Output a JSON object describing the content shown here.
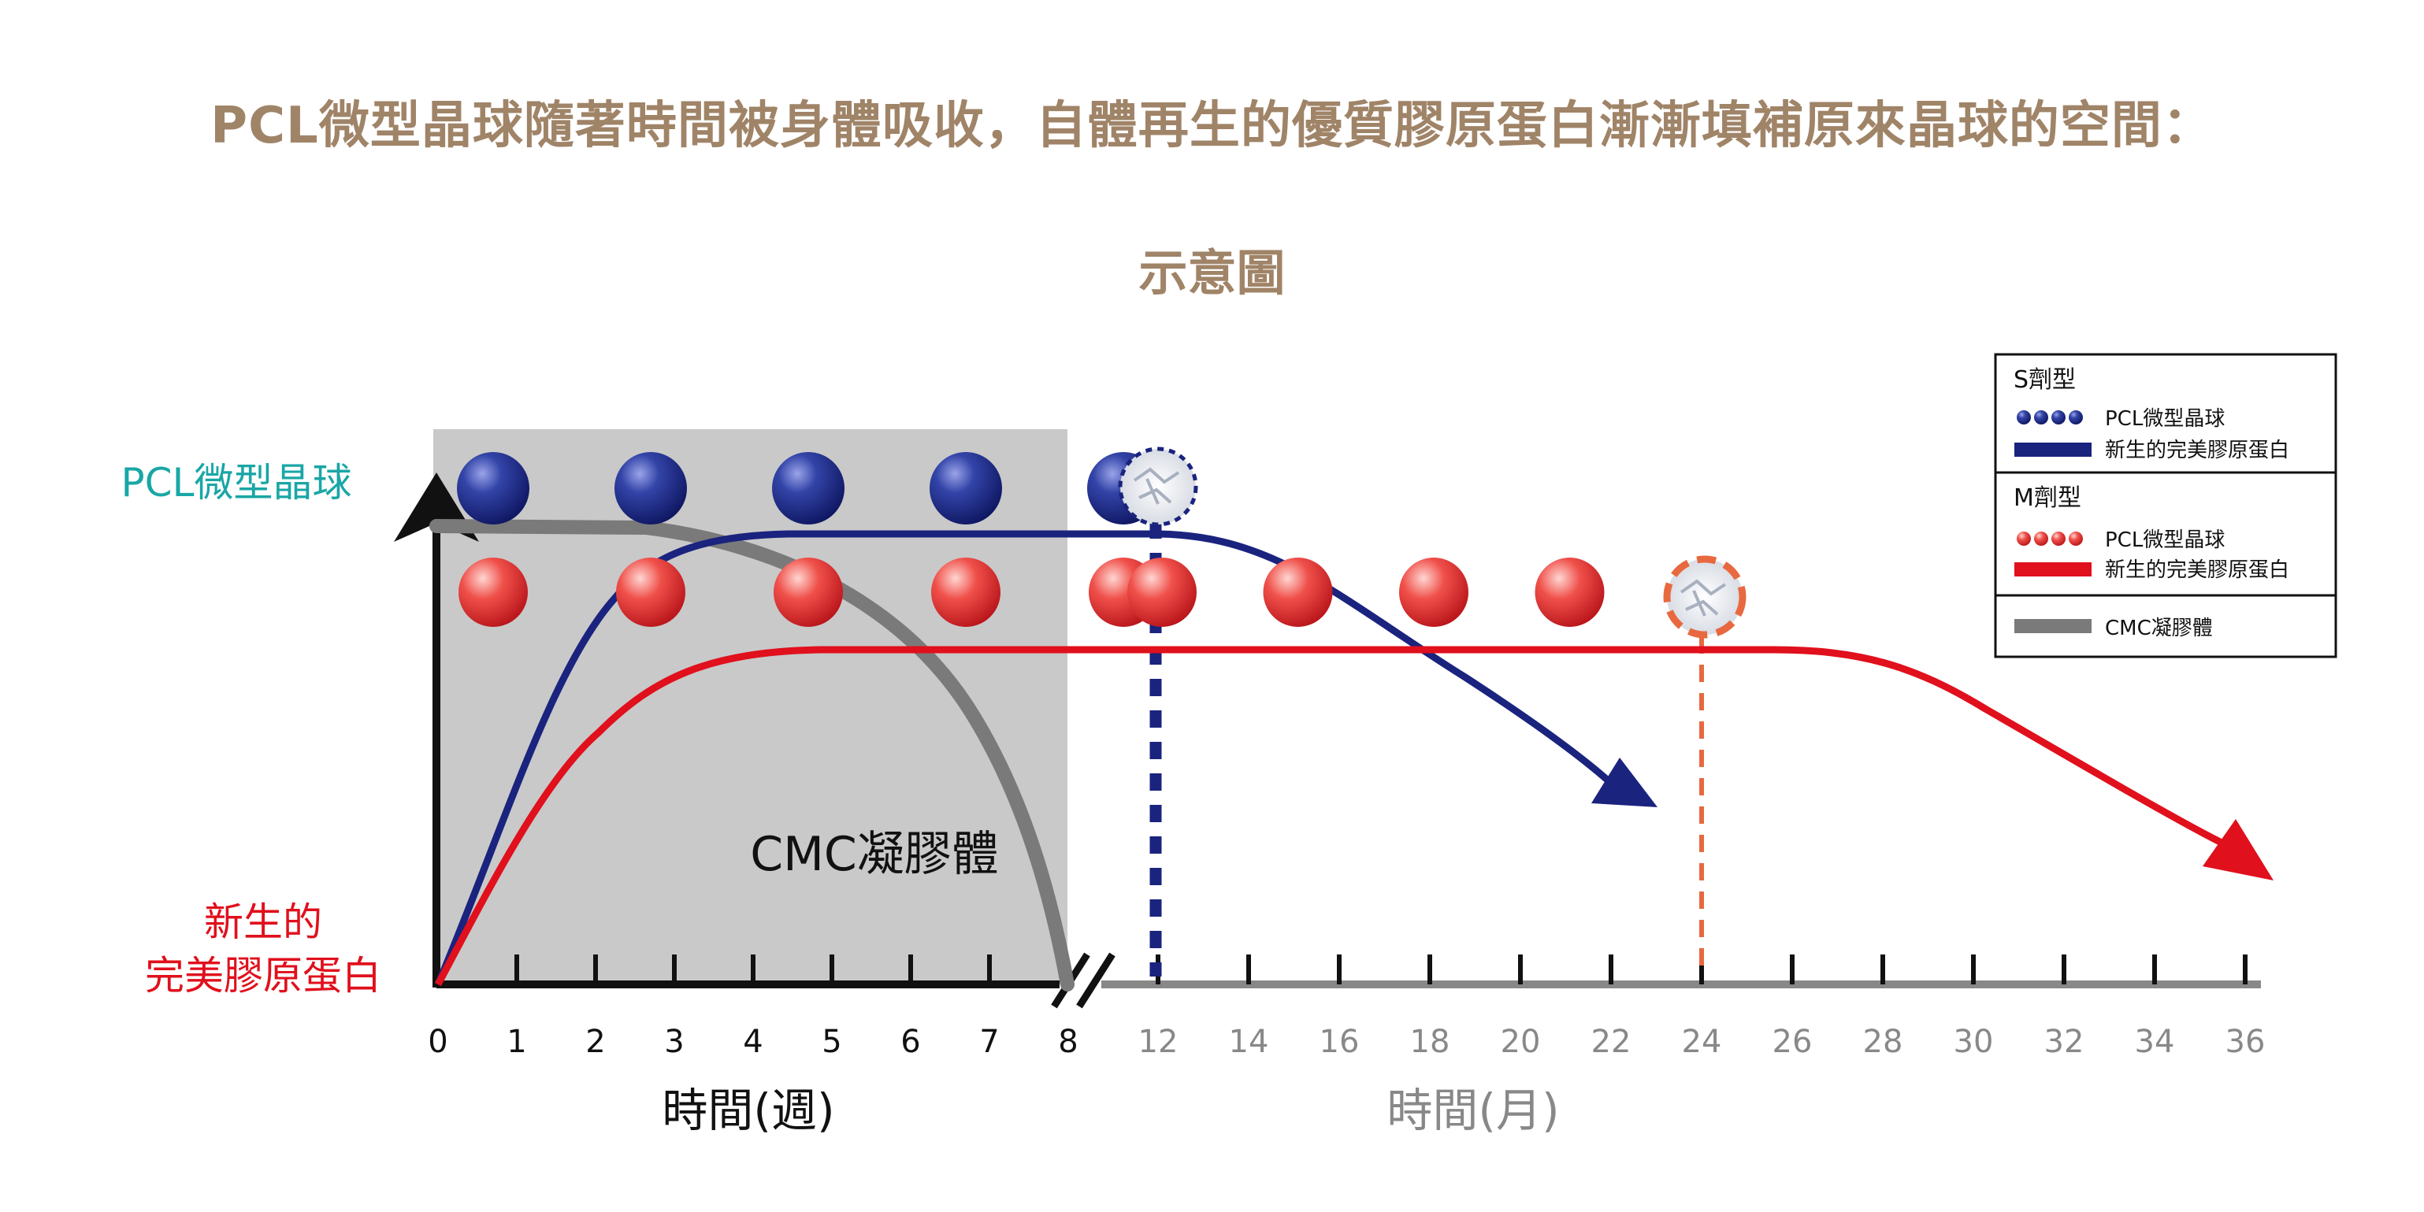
{
  "title": "PCL微型晶球隨著時間被身體吸收，自體再生的優質膠原蛋白漸漸填補原來晶球的空間：",
  "subtitle": "示意圖",
  "chart_data": {
    "type": "line",
    "y_labels": {
      "top": "PCL微型晶球",
      "bottom_line1": "新生的",
      "bottom_line2": "完美膠原蛋白"
    },
    "x_axis": {
      "weeks": {
        "label": "時間(週)",
        "ticks": [
          "0",
          "1",
          "2",
          "3",
          "4",
          "5",
          "6",
          "7",
          "8"
        ]
      },
      "months": {
        "label": "時間(月)",
        "ticks": [
          "12",
          "14",
          "16",
          "18",
          "20",
          "22",
          "24",
          "26",
          "28",
          "30",
          "32",
          "34",
          "36"
        ]
      }
    },
    "region_label": "CMC凝膠體",
    "colors": {
      "s_type": "#1a237e",
      "m_type": "#e0101c",
      "cmc": "#7a7a7a",
      "cmc_region": "#c9c9c9",
      "y_top_label": "#1aa6a6",
      "y_bottom_label": "#e0101c",
      "months_axis": "#888888",
      "title": "#a08468",
      "m_marker": "#e8693f"
    },
    "legend": {
      "placement": "top-right",
      "groups": [
        {
          "title": "S劑型",
          "items": [
            {
              "kind": "dots-blue",
              "label": "PCL微型晶球"
            },
            {
              "kind": "line-blue",
              "label": "新生的完美膠原蛋白"
            }
          ]
        },
        {
          "title": "M劑型",
          "items": [
            {
              "kind": "dots-red",
              "label": "PCL微型晶球"
            },
            {
              "kind": "line-red",
              "label": "新生的完美膠原蛋白"
            }
          ]
        },
        {
          "title": "",
          "items": [
            {
              "kind": "line-gray",
              "label": "CMC凝膠體"
            }
          ]
        }
      ]
    },
    "series": [
      {
        "id": "s_microspheres",
        "points_at": [
          "0.5",
          "2.5",
          "4.5",
          "6.5",
          "8.5"
        ],
        "absorbed_at": "12"
      },
      {
        "id": "m_microspheres",
        "points_at": [
          "0.5",
          "2.5",
          "4.5",
          "6.5",
          "8.5",
          "12",
          "15",
          "18",
          "21"
        ],
        "absorbed_at": "24"
      }
    ]
  }
}
